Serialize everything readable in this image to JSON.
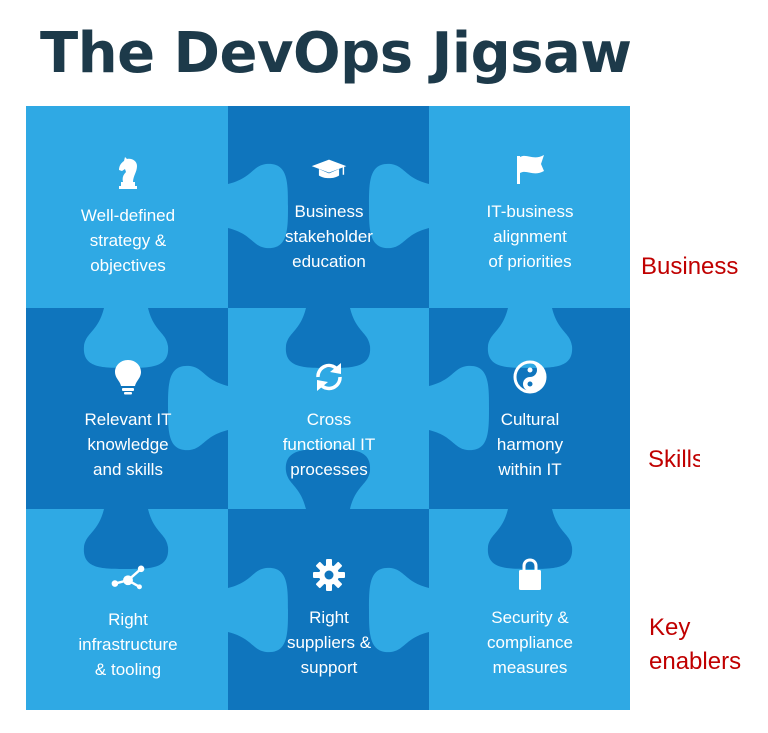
{
  "title": "The DevOps Jigsaw",
  "colors": {
    "light": "#2fa9e4",
    "dark": "#0f75bd",
    "text": "#ffffff",
    "title": "#1d3a4a",
    "side": "#c00000"
  },
  "tiles": [
    {
      "label": "Well-defined\nstrategy &\nobjectives",
      "icon": "chess-knight-icon",
      "shade": "light"
    },
    {
      "label": "Business\nstakeholder\neducation",
      "icon": "graduation-cap-icon",
      "shade": "dark"
    },
    {
      "label": "IT-business\nalignment\nof priorities",
      "icon": "flag-icon",
      "shade": "light"
    },
    {
      "label": "Relevant IT\nknowledge\nand skills",
      "icon": "lightbulb-icon",
      "shade": "dark"
    },
    {
      "label": "Cross\nfunctional IT\nprocesses",
      "icon": "refresh-icon",
      "shade": "light"
    },
    {
      "label": "Cultural\nharmony\nwithin IT",
      "icon": "yin-yang-icon",
      "shade": "dark"
    },
    {
      "label": "Right\ninfrastructure\n& tooling",
      "icon": "network-icon",
      "shade": "light"
    },
    {
      "label": "Right\nsuppliers &\nsupport",
      "icon": "gear-icon",
      "shade": "dark"
    },
    {
      "label": "Security &\ncompliance\nmeasures",
      "icon": "lock-icon",
      "shade": "light"
    }
  ],
  "side_labels": {
    "business": "Business",
    "skills": "Skills",
    "key_enablers": "Key\nenablers"
  }
}
